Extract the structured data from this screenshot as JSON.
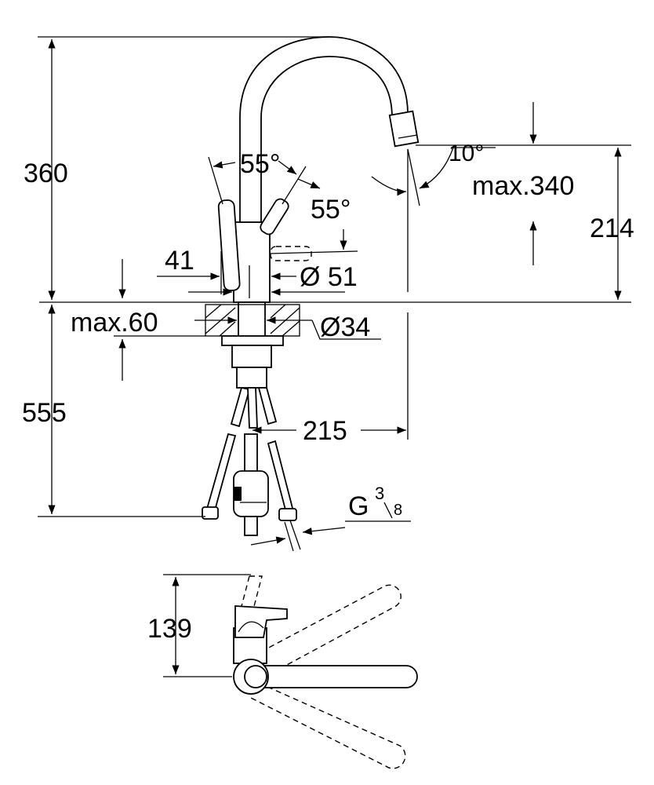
{
  "dimensions": {
    "total_height": "360",
    "spout_angle": "55°",
    "lever_angle": "55°",
    "aerator_angle": "10°",
    "spout_height_max": "max.340",
    "outlet_height": "214",
    "lever_offset": "41",
    "body_diameter": "Ø 51",
    "deck_thickness_max": "max.60",
    "hole_diameter": "Ø34",
    "below_deck_length": "555",
    "spout_reach": "215",
    "connection_thread": "G",
    "connection_thread_num": "3",
    "connection_thread_den": "8",
    "top_view_depth": "139"
  }
}
